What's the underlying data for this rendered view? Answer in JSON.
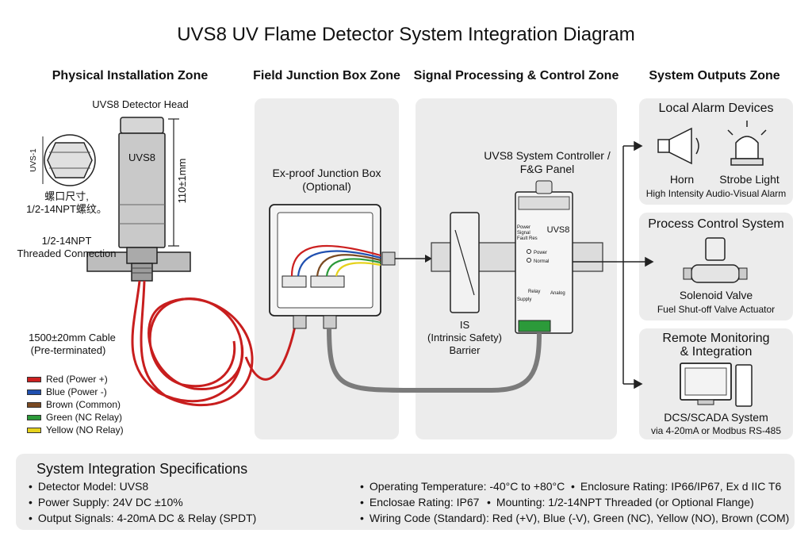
{
  "title": "UVS8 UV Flame Detector System Integration Diagram",
  "zones": {
    "physical": "Physical Installation Zone",
    "junction": "Field Junction Box Zone",
    "signal": "Signal Processing & Control Zone",
    "outputs": "System Outputs Zone"
  },
  "physical": {
    "detector_head": "UVS8 Detector Head",
    "detector_body": "UVS8",
    "dimension": "110±1mm",
    "thread_detail": "UVS-1",
    "thread_note_cn": "螺口尺寸,",
    "thread_note_spec": "1/2-14NPT螺纹。",
    "connection_line1": "1/2-14NPT",
    "connection_line2": "Threaded Connection",
    "cable_line1": "1500±20mm Cable",
    "cable_line2": "(Pre-terminated)"
  },
  "wire_legend": [
    {
      "label": "Red (Power +)",
      "color": "#cc2020"
    },
    {
      "label": "Blue (Power -)",
      "color": "#2050b0"
    },
    {
      "label": "Brown (Common)",
      "color": "#7a4a22"
    },
    {
      "label": "Green (NC Relay)",
      "color": "#2c9a3a"
    },
    {
      "label": "Yellow (NO Relay)",
      "color": "#e6d21c"
    }
  ],
  "junction": {
    "line1": "Ex-proof Junction Box",
    "line2": "(Optional)"
  },
  "barrier": {
    "line1": "IS",
    "line2": "(Intrinsic Safety)",
    "line3": "Barrier"
  },
  "controller": {
    "line1": "UVS8 System Controller /",
    "line2": "F&G Panel",
    "model": "UVS8",
    "side_label": "Power Signal Fault Res",
    "led_power": "Power",
    "led_normal": "Normal",
    "relay": "Relay",
    "analog": "Analog",
    "supply": "Supply"
  },
  "outputs": {
    "alarm": {
      "title": "Local Alarm Devices",
      "horn": "Horn",
      "strobe": "Strobe Light",
      "caption": "High Intensity Audio-Visual Alarm"
    },
    "process": {
      "title": "Process Control System",
      "device": "Solenoid Valve",
      "caption": "Fuel Shut-off Valve Actuator"
    },
    "remote": {
      "title_line1": "Remote Monitoring",
      "title_line2": "& Integration",
      "device": "DCS/SCADA System",
      "caption": "via 4-20mA or Modbus RS-485"
    }
  },
  "specs": {
    "title": "System Integration Specifications",
    "left": [
      "Detector Model: UVS8",
      "Power Supply: 24V DC ±10%",
      "Output Signals: 4-20mA DC & Relay (SPDT)"
    ],
    "right_row1": [
      "Operating Temperature: -40°C to +80°C",
      "Enclosure Rating: IP66/IP67, Ex d IIC T6"
    ],
    "right_row2": [
      "Enclosae Rating: IP67",
      "Mounting: 1/2-14NPT Threaded (or Optional Flange)"
    ],
    "right_row3": [
      "Wiring Code (Standard): Red (+V), Blue (-V), Green (NC), Yellow (NO), Brown (COM)"
    ]
  }
}
